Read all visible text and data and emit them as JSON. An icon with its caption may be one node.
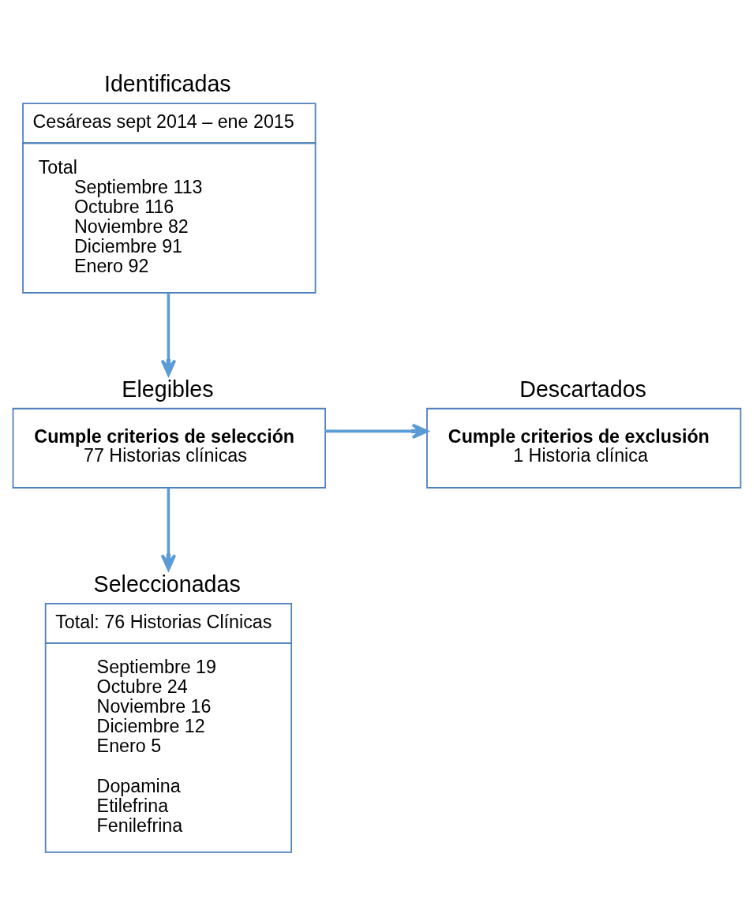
{
  "diagram": {
    "nodes": [
      {
        "text": [
          "Identificadas",
          "Cesáreas sept 2014 – ene 2015",
          "Total",
          "Septiembre 113",
          "Octubre 116",
          "Noviembre 82",
          "Diciembre 91",
          "Enero 92"
        ]
      },
      {
        "text": [
          "Elegibles",
          "Cumple criterios de selección",
          "77 Historias clínicas"
        ]
      },
      {
        "text": [
          "Descartados",
          "Cumple criterios de exclusión",
          "1 Historia clínica"
        ]
      },
      {
        "text": [
          "Seleccionadas",
          "Total: 76 Historias Clínicas",
          "Septiembre 19",
          "Octubre 24",
          "Noviembre 16",
          "Diciembre 12",
          "Enero 5",
          "Dopamina",
          "Etilefrina",
          "Fenilefrina"
        ]
      }
    ],
    "edges": [
      {
        "from": 0,
        "to": 1,
        "arrow": "to"
      },
      {
        "from": 1,
        "to": 3,
        "arrow": "to"
      },
      {
        "from": 1,
        "to": 2,
        "arrow": "to"
      }
    ]
  }
}
